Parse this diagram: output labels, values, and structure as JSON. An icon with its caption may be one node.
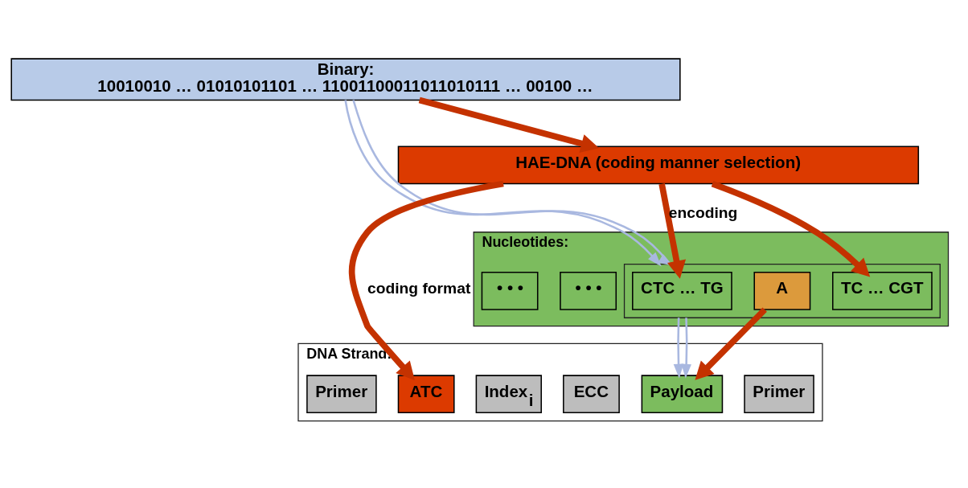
{
  "diagram": {
    "nodes": [
      {
        "text": [
          "Binary:",
          "10010010 … 01010101101 … 11001100011011010111 … 00100 …"
        ]
      },
      {
        "text": [
          "HAE-DNA (coding manner selection)"
        ]
      },
      {
        "text": [
          "Nucleotides:"
        ]
      },
      {
        "text": [
          "• • •"
        ],
        "in": 2
      },
      {
        "text": [],
        "shape": "box",
        "in": 2
      },
      {
        "text": [
          "CTC … TG"
        ],
        "in": 4
      },
      {
        "text": [
          "A"
        ],
        "in": 4
      },
      {
        "text": [
          "TC … CGT"
        ],
        "in": 4
      },
      {
        "text": [
          "• • •"
        ],
        "in": 2
      },
      {
        "text": [
          "DNA Strand:"
        ]
      },
      {
        "text": [
          "Primer"
        ],
        "in": 9
      },
      {
        "text": [
          "ATC"
        ],
        "in": 9
      },
      {
        "text": [
          "Index$_{i}$"
        ],
        "in": 9
      },
      {
        "text": [
          "ECC"
        ],
        "in": 9
      },
      {
        "text": [
          "Payload"
        ],
        "in": 9
      },
      {
        "text": [
          "Primer"
        ],
        "in": 9
      }
    ],
    "edges": [
      {
        "from": 0,
        "to": 1,
        "arrow": "to"
      },
      {
        "from": 1,
        "to": 11,
        "arrow": "to",
        "label": "coding format"
      },
      {
        "from": 1,
        "to": 5,
        "arrow": "to",
        "label": "encoding"
      },
      {
        "from": 1,
        "to": 7,
        "arrow": "to"
      },
      {
        "from": 6,
        "to": 14,
        "arrow": "to"
      },
      {
        "from": 0,
        "to": 4,
        "arrow": "to",
        "color": "#a9b8e0"
      },
      {
        "from": 0,
        "to": 4,
        "arrow": "to",
        "color": "#a9b8e0"
      },
      {
        "from": 4,
        "to": 14,
        "arrow": "to",
        "color": "#a9b8e0"
      },
      {
        "from": 4,
        "to": 14,
        "arrow": "to",
        "color": "#a9b8e0"
      }
    ]
  }
}
